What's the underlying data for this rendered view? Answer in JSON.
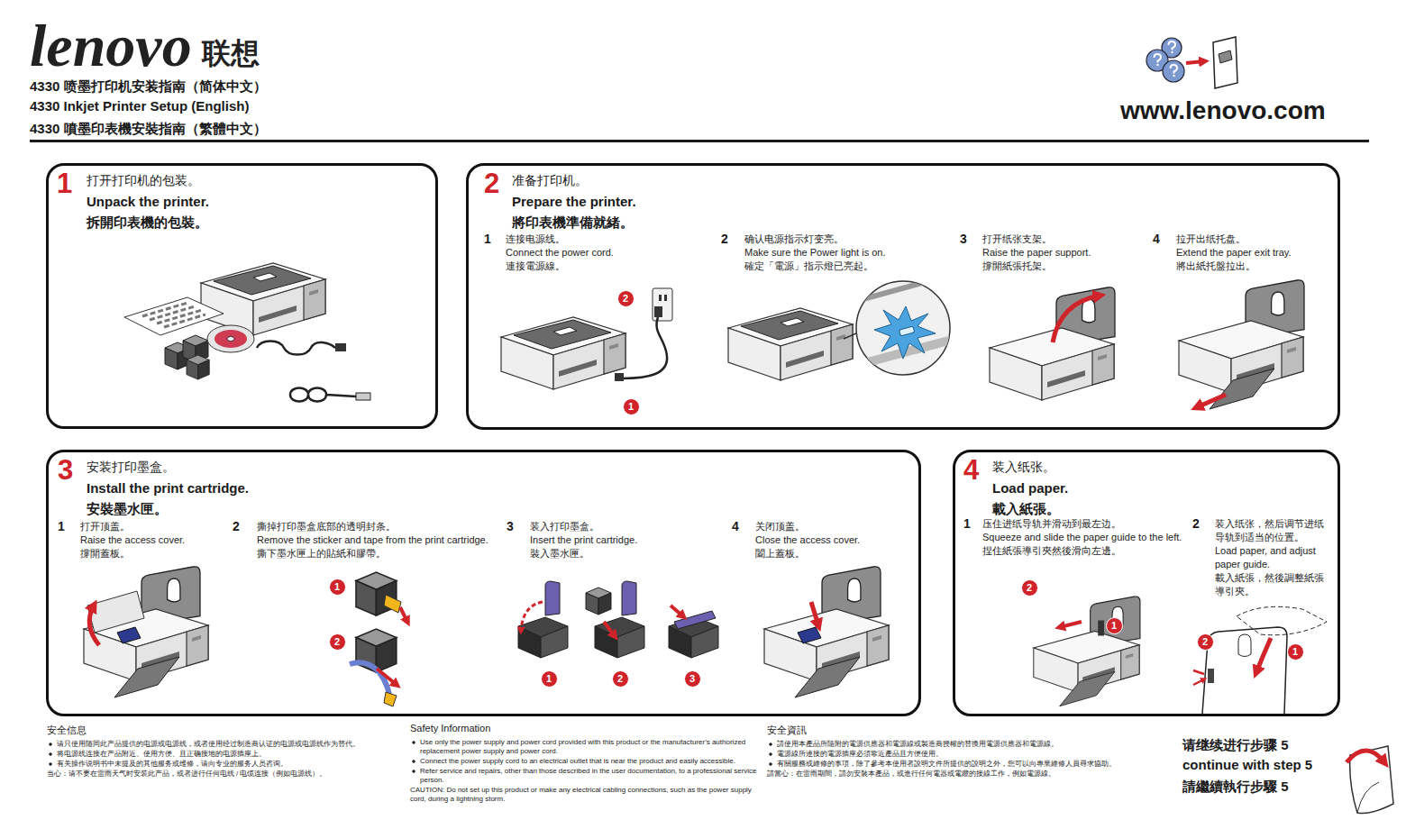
{
  "diagram": {
    "nodes": [
      {
        "text": [
          "1",
          "打开打印机的包装。",
          "Unpack the printer.",
          "拆開印表機的包裝。"
        ]
      },
      {
        "text": [
          "2",
          "准备打印机。",
          "Prepare the printer.",
          "將印表機準備就緒。",
          "1",
          "连接电源线。",
          "Connect the power cord.",
          "連接電源線。",
          "2",
          "确认电源指示灯变亮。",
          "Make sure the Power light is on.",
          "確定「電源」指示燈已亮起。",
          "3",
          "打开纸张支架。",
          "Raise the paper support.",
          "撐開紙張托架。",
          "4",
          "拉开出纸托盘。",
          "Extend the paper exit tray.",
          "將出紙托盤拉出。"
        ]
      },
      {
        "text": [
          "2"
        ],
        "in": 1
      },
      {
        "text": [
          "1"
        ],
        "in": 1
      },
      {
        "text": [
          "3",
          "安装打印墨盒。",
          "Install the print cartridge.",
          "安裝墨水匣。",
          "1",
          "打开顶盖。",
          "Raise the access cover.",
          "撐開蓋板。",
          "2",
          "撕掉打印墨盒底部的透明封条。",
          "Remove the sticker and tape from the print cartridge.",
          "撕下墨水匣上的貼紙和膠帶。",
          "3",
          "装入打印墨盒。",
          "Insert the print cartridge.",
          "裝入墨水匣。",
          "4",
          "关闭顶盖。",
          "Close the access cover.",
          "闔上蓋板。"
        ]
      },
      {
        "text": [
          "1"
        ],
        "in": 4
      },
      {
        "text": [
          "2"
        ],
        "in": 4
      },
      {
        "text": [
          "1"
        ],
        "in": 4
      },
      {
        "text": [
          "2"
        ],
        "in": 4
      },
      {
        "text": [
          "3"
        ],
        "in": 4
      },
      {
        "text": [
          "4",
          "装入纸张。",
          "Load paper.",
          "載入紙張。",
          "1",
          "压住进纸导轨并滑动到最左边。",
          "Squeeze and slide the paper guide to the left.",
          "捏住紙張導引夾然後滑向左邊。",
          "2",
          "装入纸张，然后调节进纸导轨到适当的位置。",
          "Load paper, and adjust paper guide.",
          "載入紙張，然後調整紙張導引夾。"
        ]
      },
      {
        "text": [
          "2"
        ],
        "in": 10
      },
      {
        "text": [
          "1"
        ],
        "in": 10
      },
      {
        "text": [
          "2"
        ],
        "in": 10
      },
      {
        "text": [
          "1"
        ],
        "in": 10
      }
    ],
    "labels": [
      "lenovo",
      "联想",
      "4330 喷墨打印机安装指南（简体中文）",
      "4330 Inkjet Printer Setup (English)",
      "4330 噴墨印表機安裝指南（繁體中文）",
      "www.lenovo.com",
      "安全信息",
      "请只使用随同此产品提供的电源或电源线，或者使用经过制造商认证的电源或电源线作为替代。",
      "将电源线连接在产品附近、使用方便、且正确接地的电源插座上。",
      "有关操作说明书中未提及的其他服务或维修，请向专业的服务人员咨询。",
      "当心：请不要在雷雨天气时安装此产品，或者进行任何电线 / 电缆连接（例如电源线）。",
      "Safety Information",
      "Use only the power supply and power cord provided with this product or the manufacturer's authorized replacement power supply and power cord.",
      "Connect the power supply cord to an electrical outlet that is near the product and easily accessible.",
      "Refer service and repairs, other than those described in the user documentation, to a professional service person.",
      "CAUTION: Do not set up this product or make any electrical cabling connections, such as the power supply cord, during a lightning storm.",
      "安全資訊",
      "請使用本產品所隨附的電源供應器和電源線或製造商授權的替換用電源供應器和電源線。",
      "電源線所連接的電源插座必須靠近產品且方便使用。",
      "有關服務或維修的事項，除了參考本使用者說明文件所提供的說明之外，您可以向專業維修人員尋求協助。",
      "請當心：在雷雨期間，請勿安裝本產品，或進行任何電器或電纜的接線工作，例如電源線。",
      "请继续进行步骤 5",
      "continue with step 5",
      "請繼續執行步驟 5"
    ]
  }
}
